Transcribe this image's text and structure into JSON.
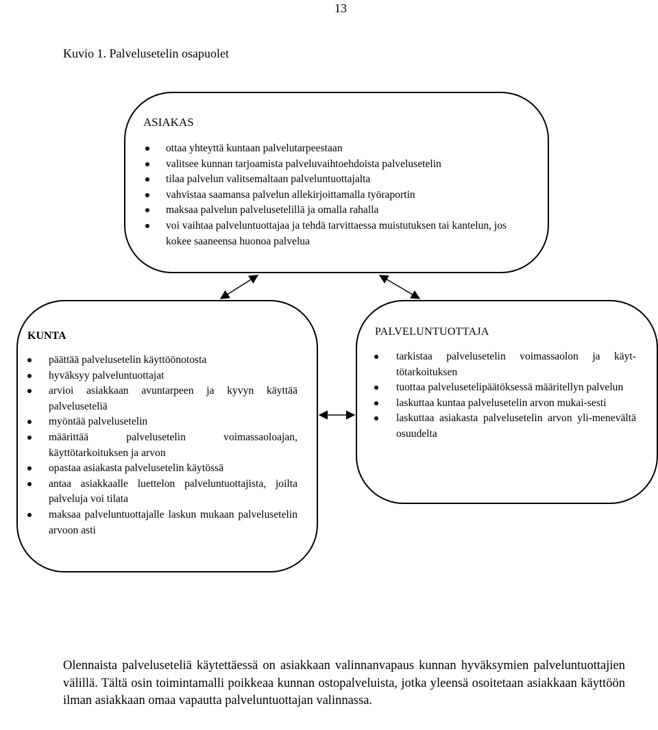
{
  "page": {
    "number": "13"
  },
  "figure": {
    "caption": "Kuvio 1.  Palvelusetelin osapuolet",
    "asiakas": {
      "title": "ASIAKAS",
      "items": [
        "ottaa yhteyttä kuntaan palvelutarpeestaan",
        "valitsee kunnan tarjoamista palveluvaihtoehdoista palvelusetelin",
        "tilaa palvelun valitsemaltaan palveluntuottajalta",
        "vahvistaa saamansa palvelun allekirjoittamalla työraportin",
        "maksaa palvelun palvelusetelillä ja omalla rahalla",
        "voi vaihtaa palveluntuottajaa ja tehdä tarvittaessa muistutuksen tai kantelun, jos kokee saaneensa huonoa palvelua"
      ]
    },
    "kunta": {
      "title": "KUNTA",
      "items": [
        "päättää palvelusetelin käyttöönotosta",
        "hyväksyy palveluntuottajat",
        "arvioi asiakkaan avuntarpeen ja kyvyn käyttää palveluseteliä",
        "myöntää palvelusetelin",
        "määrittää palvelusetelin voimassaoloajan, käyttötarkoituksen ja arvon",
        "opastaa asiakasta palvelusetelin käytössä",
        "antaa asiakkaalle luettelon palveluntuottajista, joilta palveluja voi tilata",
        "maksaa palveluntuottajalle laskun mukaan palvelusetelin arvoon asti"
      ]
    },
    "palveluntuottaja": {
      "title": "PALVELUNTUOTTAJA",
      "items": [
        "tarkistaa palvelusetelin voimassaolon ja käyt-tötarkoituksen",
        "tuottaa palvelusetelipäätöksessä määritellyn palvelun",
        "laskuttaa kuntaa palvelusetelin arvon mukai-sesti",
        "laskuttaa asiakasta palvelusetelin arvon yli-menevältä osuudelta"
      ]
    }
  },
  "body_text": "Olennaista palveluseteliä käytettäessä on asiakkaan valinnanvapaus kunnan hyväksymien palveluntuottajien välillä. Tältä osin toimintamalli poikkeaa kunnan ostopalveluista, jotka yleensä osoitetaan asiakkaan käyttöön ilman asiakkaan omaa vapautta palveluntuottajan valinnassa."
}
